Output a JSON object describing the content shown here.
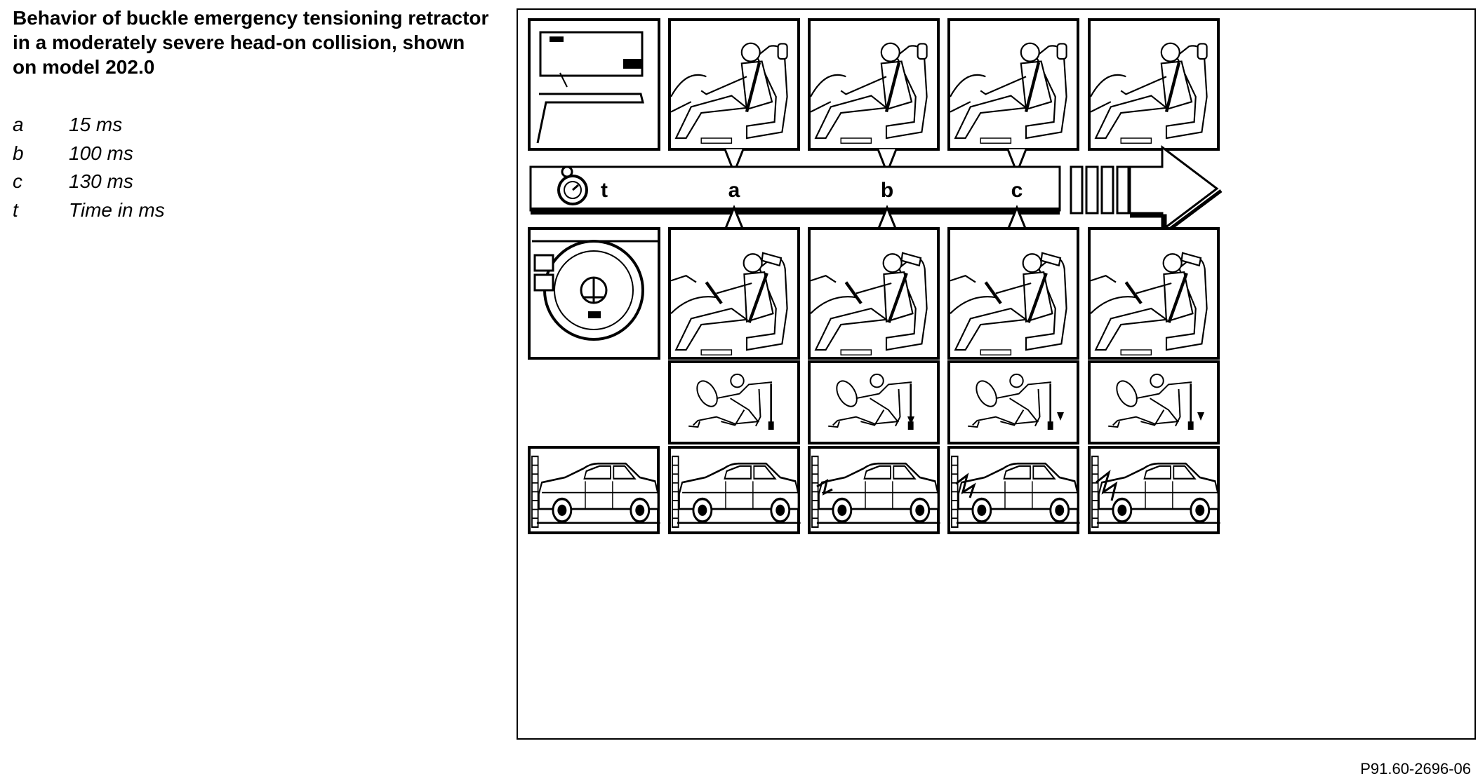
{
  "title": "Behavior of buckle emergency tensioning retractor in a moderately severe head-on collision, shown on model 202.0",
  "legend": [
    {
      "key": "a",
      "value": "15 ms"
    },
    {
      "key": "b",
      "value": "100 ms"
    },
    {
      "key": "c",
      "value": "130 ms"
    },
    {
      "key": "t",
      "value": "Time in ms"
    }
  ],
  "timeline": {
    "axis_label": "t",
    "markers": [
      "a",
      "b",
      "c"
    ]
  },
  "reference_code": "P91.60-2696-06"
}
